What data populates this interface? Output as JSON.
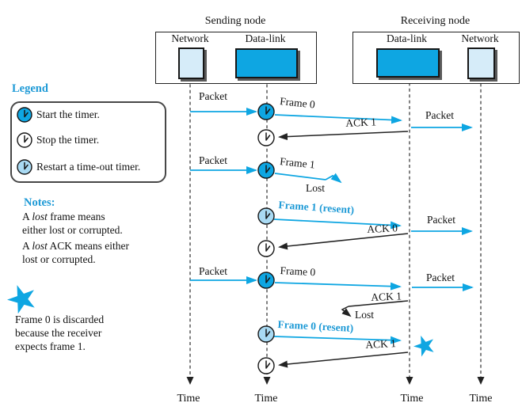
{
  "colors": {
    "accent": "#0EA6E2",
    "accent_text": "#1E9AD6",
    "box_light": "#D6ECF9",
    "restart_fill": "#A9DAF3"
  },
  "nodes": {
    "sending": {
      "title": "Sending node",
      "columns": [
        "Network",
        "Data-link"
      ]
    },
    "receiving": {
      "title": "Receiving node",
      "columns": [
        "Data-link",
        "Network"
      ]
    }
  },
  "legend": {
    "title": "Legend",
    "items": [
      {
        "icon": "start-timer-icon",
        "label": "Start the timer."
      },
      {
        "icon": "stop-timer-icon",
        "label": "Stop the timer."
      },
      {
        "icon": "restart-timer-icon",
        "label": "Restart a time-out timer."
      }
    ]
  },
  "notes": {
    "title": "Notes:",
    "note1": {
      "pre": "A ",
      "em": "lost",
      "post": " frame means"
    },
    "note1_cont": "either lost or corrupted.",
    "note2": {
      "pre": "A ",
      "em": "lost",
      "post": " ACK means either"
    },
    "note2_cont": "lost or corrupted."
  },
  "star_note": {
    "lines": [
      "Frame 0 is discarded",
      "because the receiver",
      "expects frame 1."
    ]
  },
  "exchanges": [
    {
      "packet": "Packet",
      "frame": "Frame 0",
      "ack": "ACK 1",
      "deliver": "Packet"
    },
    {
      "packet": "Packet",
      "frame": "Frame 1",
      "lost": "Lost"
    },
    {
      "frame": "Frame 1 (resent)",
      "ack": "ACK 0",
      "deliver": "Packet"
    },
    {
      "packet": "Packet",
      "frame": "Frame 0",
      "ack": "ACK 1",
      "lost": "Lost",
      "deliver": "Packet"
    },
    {
      "frame": "Frame 0 (resent)",
      "ack": "ACK 1"
    }
  ],
  "timeline": {
    "labels": [
      "Time",
      "Time",
      "Time",
      "Time"
    ]
  }
}
